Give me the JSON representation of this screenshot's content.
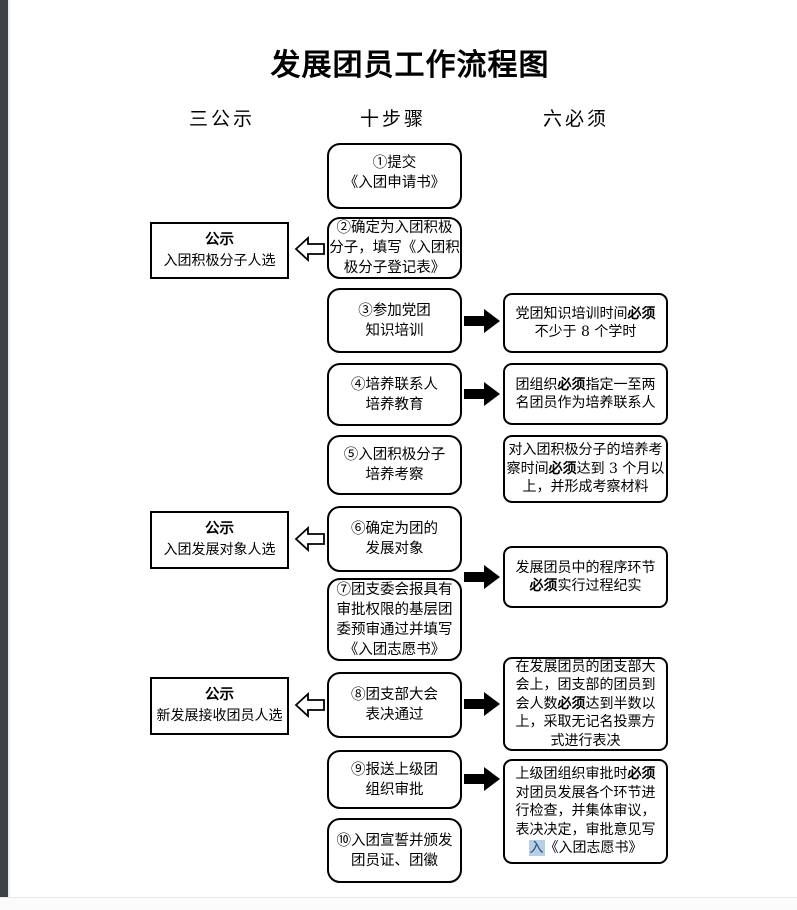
{
  "page": {
    "title": "发展团员工作流程图",
    "columns": {
      "publicity": "三公示",
      "steps": "十步骤",
      "musts": "六必须"
    }
  },
  "steps": [
    {
      "lines": [
        "①提交",
        "《入团申请书》"
      ]
    },
    {
      "lines": [
        "②确定为入团积极",
        "分子，填写《入团积",
        "极分子登记表》"
      ]
    },
    {
      "lines": [
        "③参加党团",
        "知识培训"
      ]
    },
    {
      "lines": [
        "④培养联系人",
        "培养教育"
      ]
    },
    {
      "lines": [
        "⑤入团积极分子",
        "培养考察"
      ]
    },
    {
      "lines": [
        "⑥确定为团的",
        "发展对象"
      ]
    },
    {
      "lines": [
        "⑦团支委会报具有",
        "审批权限的基层团",
        "委预审通过并填写",
        "《入团志愿书》"
      ]
    },
    {
      "lines": [
        "⑧团支部大会",
        "表决通过"
      ]
    },
    {
      "lines": [
        "⑨报送上级团",
        "组织审批"
      ]
    },
    {
      "lines": [
        "⑩入团宣誓并颁发",
        "团员证、团徽"
      ]
    }
  ],
  "publicity": [
    {
      "title": "公示",
      "line": "入团积极分子人选"
    },
    {
      "title": "公示",
      "line": "入团发展对象人选"
    },
    {
      "title": "公示",
      "line": "新发展接收团员人选"
    }
  ],
  "musts": [
    {
      "lines": [
        [
          {
            "t": "党团知识培训时间"
          },
          {
            "t": "必须",
            "b": true
          }
        ],
        [
          {
            "t": "不少于 8 个学时"
          }
        ]
      ]
    },
    {
      "lines": [
        [
          {
            "t": "团组织"
          },
          {
            "t": "必须",
            "b": true
          },
          {
            "t": "指定一至两"
          }
        ],
        [
          {
            "t": "名团员作为培养联系人"
          }
        ]
      ]
    },
    {
      "lines": [
        [
          {
            "t": "对入团积极分子的培养考"
          }
        ],
        [
          {
            "t": "察时间"
          },
          {
            "t": "必须",
            "b": true
          },
          {
            "t": "达到 3 个月以"
          }
        ],
        [
          {
            "t": "上，并形成考察材料"
          }
        ]
      ]
    },
    {
      "lines": [
        [
          {
            "t": "发展团员中的程序环节"
          }
        ],
        [
          {
            "t": "必须",
            "b": true
          },
          {
            "t": "实行过程纪实"
          }
        ]
      ]
    },
    {
      "lines": [
        [
          {
            "t": "在发展团员的团支部大"
          }
        ],
        [
          {
            "t": "会上，团支部的团员到"
          }
        ],
        [
          {
            "t": "会人数"
          },
          {
            "t": "必须",
            "b": true
          },
          {
            "t": "达到半数以"
          }
        ],
        [
          {
            "t": "上，采取无记名投票方"
          }
        ],
        [
          {
            "t": "式进行表决"
          }
        ]
      ]
    },
    {
      "lines": [
        [
          {
            "t": "上级团组织审批时"
          },
          {
            "t": "必须",
            "b": true
          }
        ],
        [
          {
            "t": "对团员发展各个环节进"
          }
        ],
        [
          {
            "t": "行检查，并集体审议，"
          }
        ],
        [
          {
            "t": "表决决定，审批意见写"
          }
        ],
        [
          {
            "t": "入",
            "hl": true
          },
          {
            "t": "《入团志愿书》"
          }
        ]
      ]
    }
  ],
  "colors": {
    "highlight_bg": "#b7cee4",
    "highlight_text": "#1f4e79",
    "border": "#000000",
    "window_edge": "#3e4144"
  }
}
